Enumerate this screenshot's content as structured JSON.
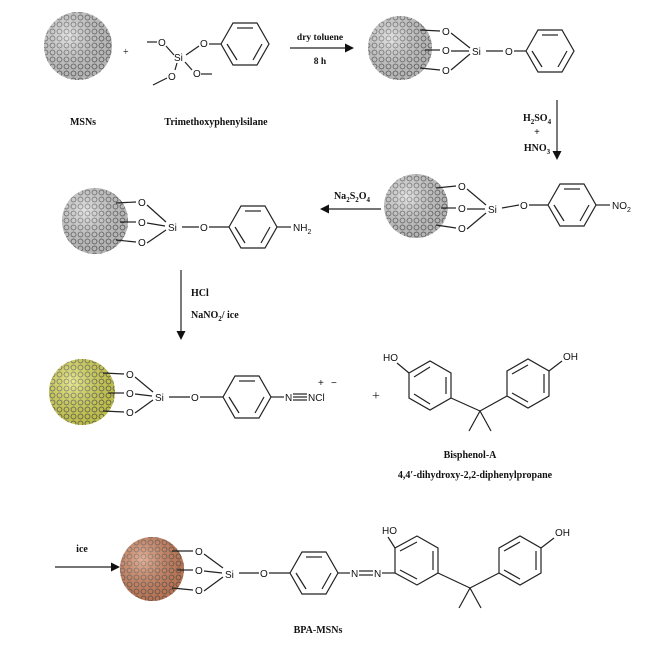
{
  "particles": {
    "plain_color": "#d4d4d4",
    "diazonium_color": "#dede55",
    "bpa_color": "#d9865e"
  },
  "labels": {
    "msns": "MSNs",
    "silane": "Trimethoxyphenylsilane",
    "cond1_top": "dry toluene",
    "cond1_bottom": "8 h",
    "nitration_acid1": "H2SO4",
    "nitration_plus": "+",
    "nitration_acid2": "HNO3",
    "reduction": "Na2S2O4",
    "diaz_acid": "HCl",
    "diaz_reagent": "NaNO2/ ice",
    "bpa_name": "Bisphenol-A",
    "bpa_iupac": "4,4′-dihydroxy-2,2-diphenylpropane",
    "coupling": "ice",
    "product": "BPA-MSNs",
    "plus_small": "+",
    "plus_big": "+"
  },
  "atoms": {
    "O": "O",
    "Si": "Si",
    "NO2": "NO",
    "NO2_sub": "2",
    "NH2": "NH",
    "NH2_sub": "2",
    "N": "N",
    "Cl": "Cl",
    "charge_plus": "+",
    "charge_minus": "−",
    "OH": "OH",
    "HO": "HO"
  }
}
